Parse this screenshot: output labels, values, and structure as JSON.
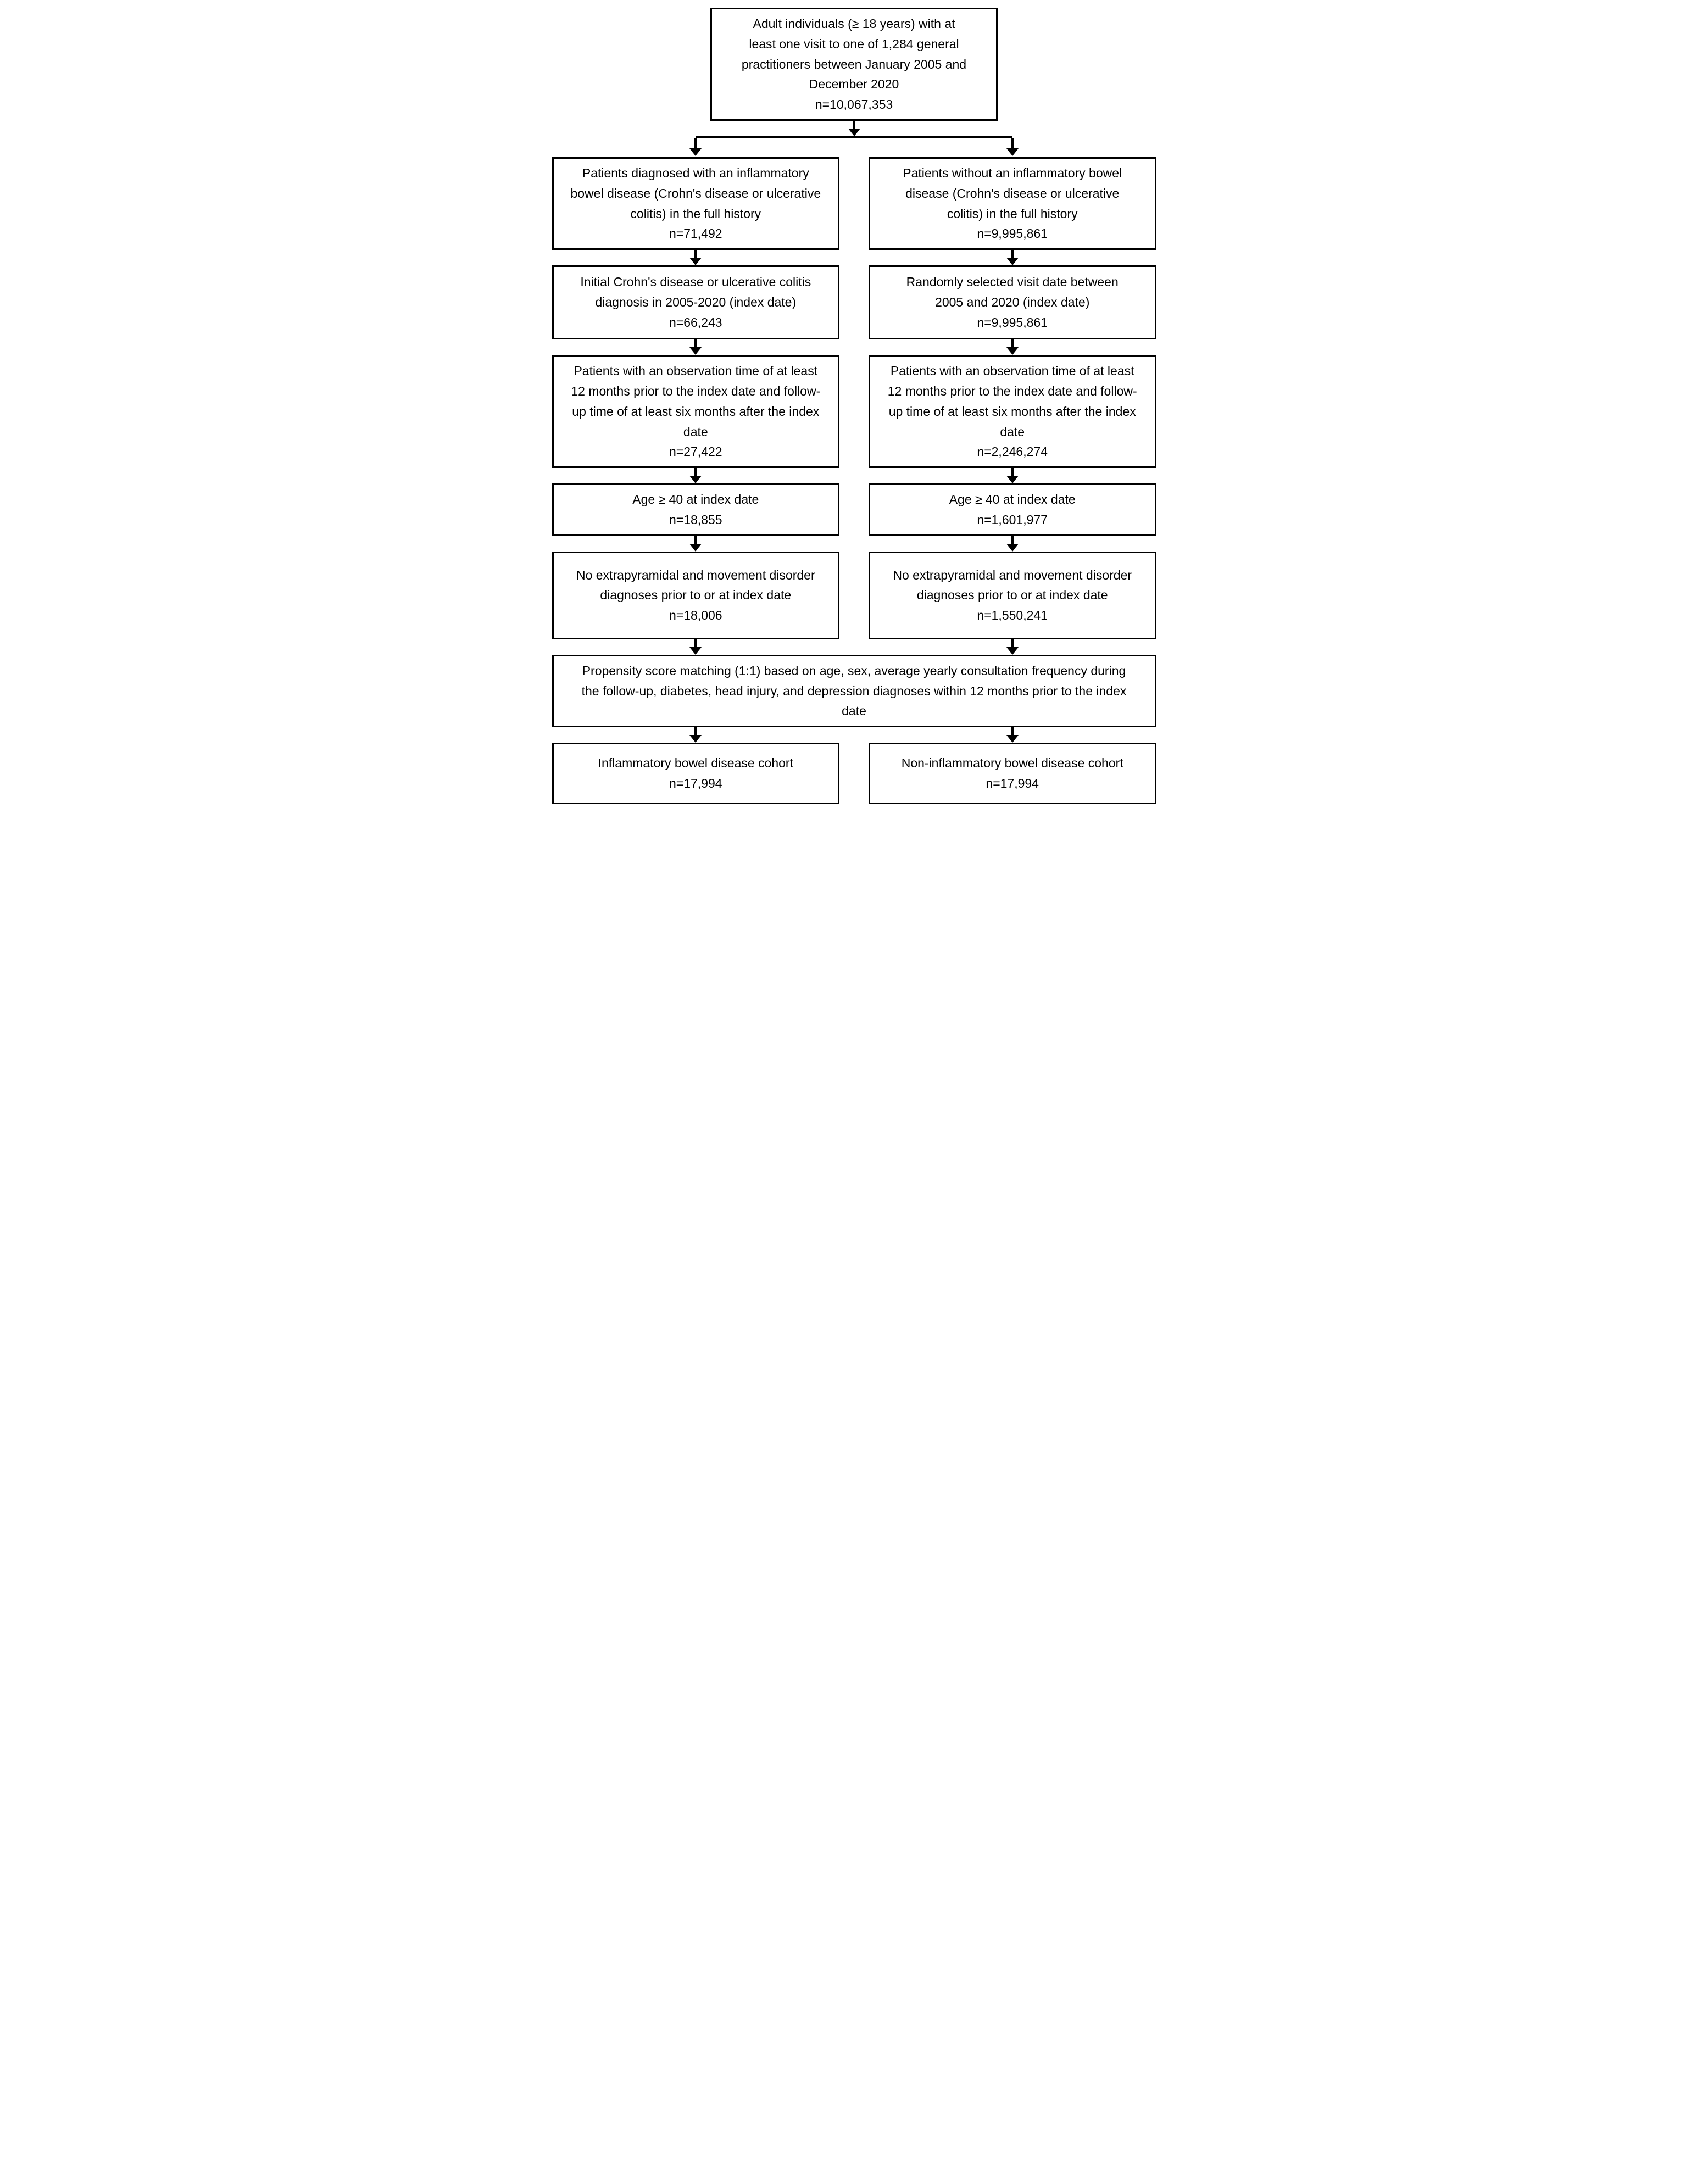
{
  "diagram": {
    "colors": {
      "background": "#ffffff",
      "box_fill": "#ffffff",
      "box_border": "#000000",
      "text": "#000000",
      "arrow": "#000000"
    },
    "top_box": {
      "text": "Adult individuals (≥ 18 years) with at least one visit to one of 1,284 general practitioners between January 2005 and December 2020",
      "n": "n=10,067,353"
    },
    "rows": [
      {
        "left": {
          "text": "Patients diagnosed with an inflammatory bowel disease (Crohn's disease or ulcerative colitis) in the full history",
          "n": "n=71,492"
        },
        "right": {
          "text": "Patients without an inflammatory bowel disease (Crohn's disease or ulcerative colitis) in the full history",
          "n": "n=9,995,861"
        }
      },
      {
        "left": {
          "text": "Initial Crohn's disease or ulcerative colitis diagnosis in 2005-2020 (index date)",
          "n": "n=66,243"
        },
        "right": {
          "text": "Randomly selected visit date between 2005 and 2020 (index date)",
          "n": "n=9,995,861"
        }
      },
      {
        "left": {
          "text": "Patients with an observation time of at least 12 months prior to the index date and follow-up time of at least six months after the index date",
          "n": "n=27,422"
        },
        "right": {
          "text": "Patients with an observation time of at least 12 months prior to the index date and follow-up time of at least six months after the index date",
          "n": "n=2,246,274"
        }
      },
      {
        "left": {
          "text": "Age ≥ 40 at index date",
          "n": "n=18,855"
        },
        "right": {
          "text": "Age ≥ 40 at index date",
          "n": "n=1,601,977"
        }
      },
      {
        "left": {
          "text": "No extrapyramidal and movement disorder diagnoses prior to or at index date",
          "n": "n=18,006"
        },
        "right": {
          "text": "No extrapyramidal and movement disorder diagnoses prior to or at index date",
          "n": "n=1,550,241"
        }
      }
    ],
    "matching_box": {
      "text": "Propensity score matching (1:1) based on age, sex, average yearly consultation frequency during the follow-up, diabetes, head injury, and depression diagnoses within 12 months prior to the index date"
    },
    "final_row": {
      "left": {
        "text": "Inflammatory bowel disease cohort",
        "n": "n=17,994"
      },
      "right": {
        "text": "Non-inflammatory bowel disease cohort",
        "n": "n=17,994"
      }
    }
  }
}
